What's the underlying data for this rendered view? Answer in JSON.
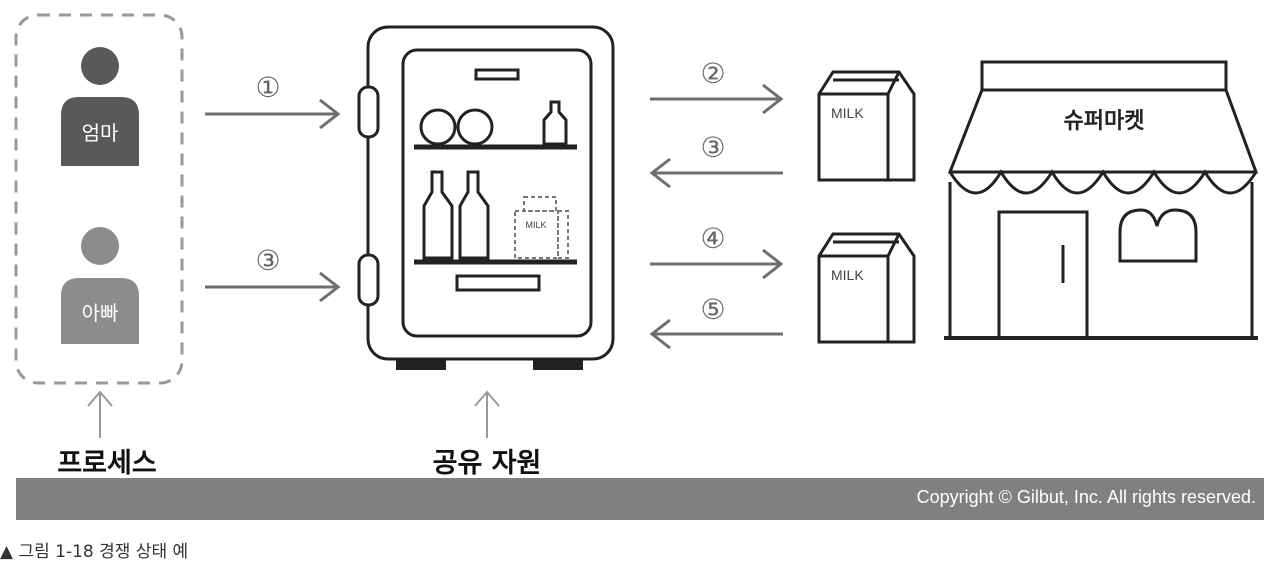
{
  "diagram": {
    "processes_group_label": "프로세스",
    "shared_resource_label": "공유 자원",
    "actors": [
      {
        "name": "엄마",
        "color": "#595959"
      },
      {
        "name": "아빠",
        "color": "#8c8c8c"
      }
    ],
    "steps": [
      "①",
      "②",
      "③",
      "④",
      "⑤"
    ],
    "milk_label": "MILK",
    "fridge_milk_label": "MILK",
    "store_sign": "슈퍼마켓"
  },
  "footer": {
    "copyright": "Copyright © Gilbut, Inc. All rights reserved."
  },
  "caption": "▲ 그림 1-18 경쟁 상태 예",
  "colors": {
    "arrow": "#6e6e6e",
    "outline": "#222222",
    "footer_bar": "#808080"
  }
}
